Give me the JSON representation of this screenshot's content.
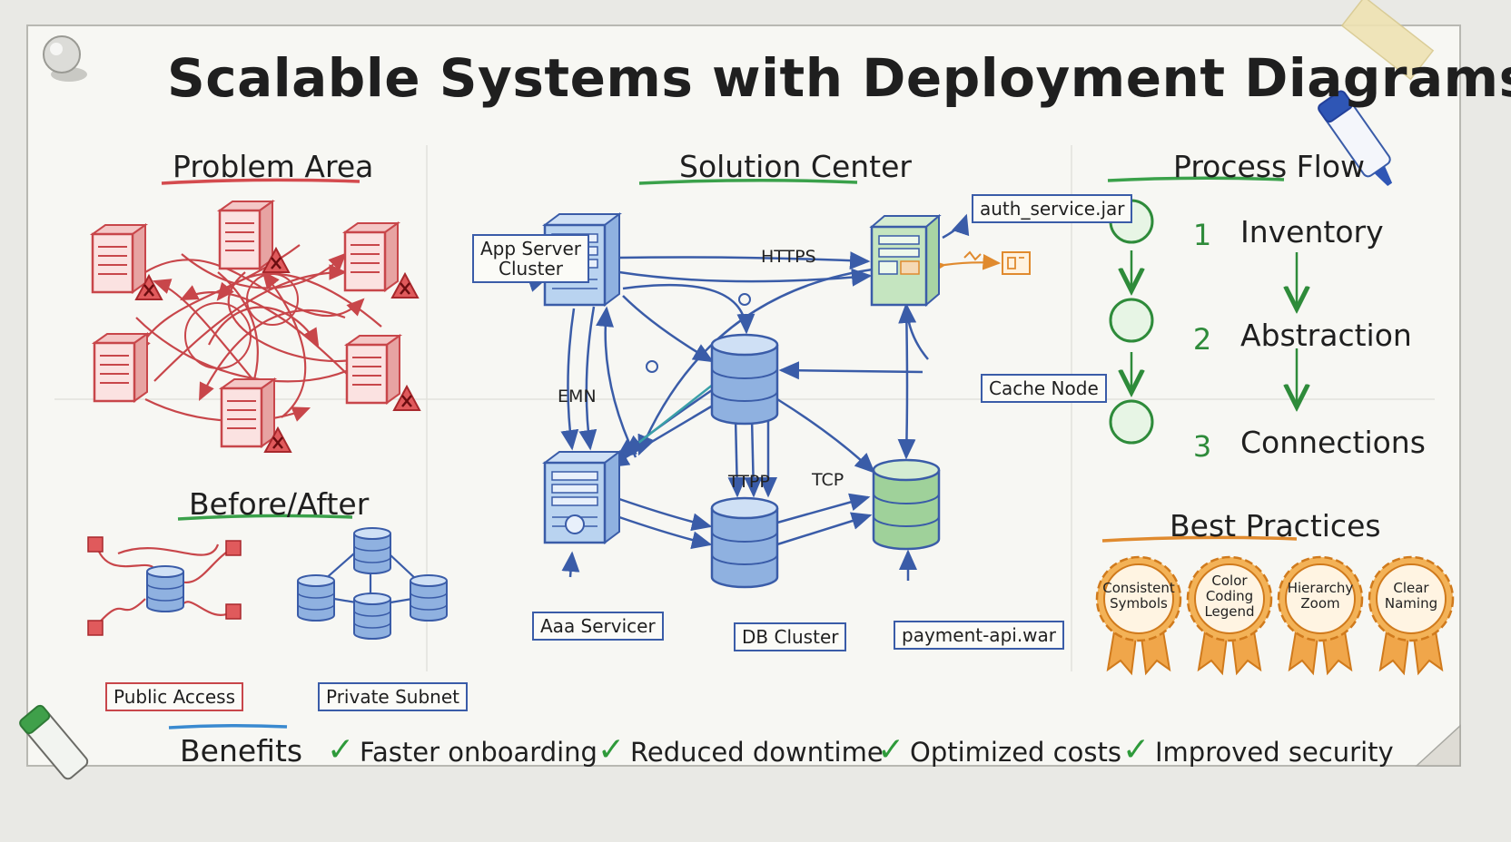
{
  "title": "Scalable Systems with Deployment Diagrams",
  "sections": {
    "problem": "Problem Area",
    "solution": "Solution Center",
    "process": "Process Flow",
    "before_after": "Before/After",
    "best_practices": "Best Practices"
  },
  "solution_labels": {
    "app_server_cluster_line1": "App Server",
    "app_server_cluster_line2": "Cluster",
    "auth_service": "auth_service.jar",
    "https": "HTTPS",
    "emn": "EMN",
    "cache_node": "Cache Node",
    "ttpp": "TTPP",
    "tcp": "TCP",
    "app_servicer": "Aaa Servicer",
    "db_cluster": "DB Cluster",
    "payment_api": "payment-api.war"
  },
  "before_after": {
    "public": "Public Access",
    "private": "Private Subnet"
  },
  "process_flow": [
    {
      "num": "1",
      "label": "Inventory"
    },
    {
      "num": "2",
      "label": "Abstraction"
    },
    {
      "num": "3",
      "label": "Connections"
    }
  ],
  "best_practices": [
    {
      "line1": "Consistent",
      "line2": "Symbols",
      "line3": ""
    },
    {
      "line1": "Color",
      "line2": "Coding",
      "line3": "Legend"
    },
    {
      "line1": "Hierarchy",
      "line2": "Zoom",
      "line3": ""
    },
    {
      "line1": "Clear",
      "line2": "Naming",
      "line3": ""
    }
  ],
  "benefits": {
    "label": "Benefits",
    "items": [
      "Faster onboarding",
      "Reduced downtime",
      "Optimized costs",
      "Improved security"
    ]
  },
  "colors": {
    "problem_red": "#c8464a",
    "solution_blue": "#3a5ca8",
    "process_green": "#2e8b3a",
    "practice_orange": "#e08a2e"
  }
}
